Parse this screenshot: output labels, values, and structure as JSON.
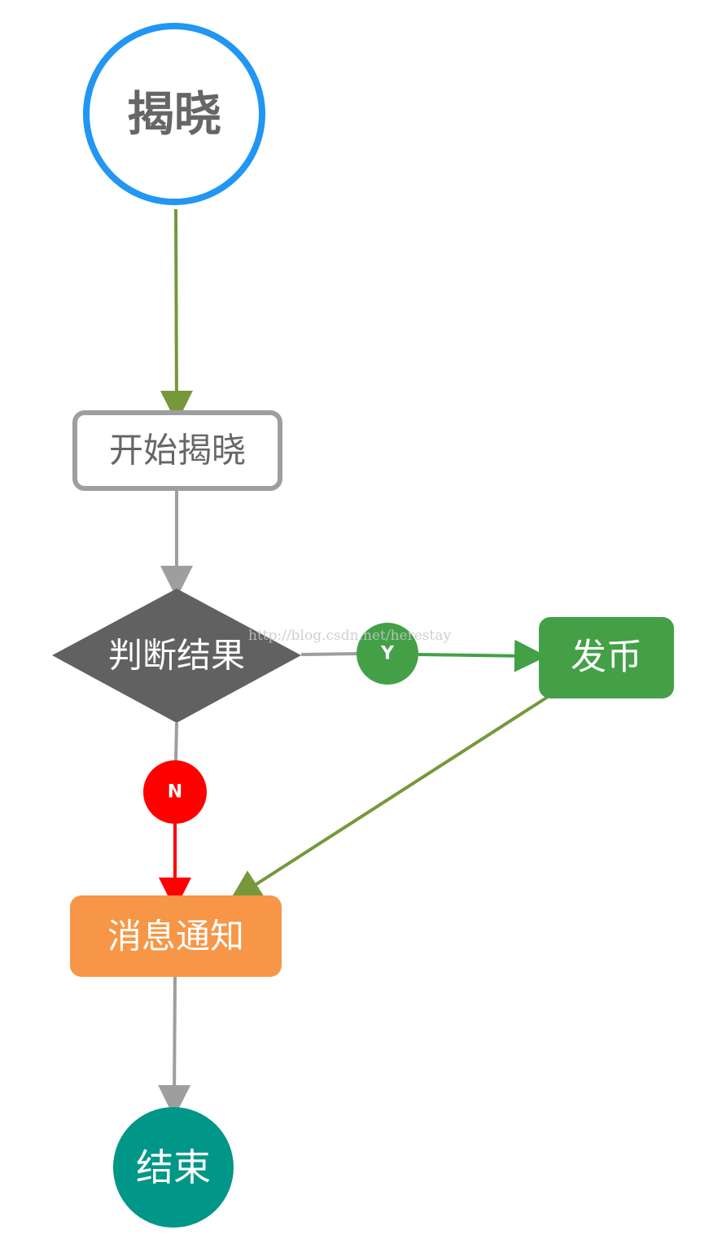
{
  "diagram": {
    "nodes": {
      "start": {
        "label": "揭晓",
        "border": "#2196F3",
        "fill": "#ffffff",
        "text_color": "#666666"
      },
      "begin": {
        "label": "开始揭晓",
        "border": "#9E9E9E",
        "fill": "#ffffff",
        "text_color": "#666666"
      },
      "decision": {
        "label": "判断结果",
        "fill": "#616161",
        "text_color": "#ffffff"
      },
      "issue": {
        "label": "发币",
        "fill": "#43A047",
        "text_color": "#ffffff"
      },
      "notify": {
        "label": "消息通知",
        "fill": "#F79646",
        "text_color": "#ffffff"
      },
      "end": {
        "label": "结束",
        "fill": "#009688",
        "text_color": "#ffffff"
      }
    },
    "badges": {
      "yes": {
        "label": "Y",
        "fill": "#43A047"
      },
      "no": {
        "label": "N",
        "fill": "#FF0000"
      }
    },
    "edges": {
      "start_to_begin": {
        "color": "#76983A"
      },
      "begin_to_decision": {
        "color": "#9E9E9E"
      },
      "decision_to_yes": {
        "color": "#9E9E9E"
      },
      "yes_to_issue": {
        "color": "#43A047"
      },
      "decision_to_no": {
        "color": "#9E9E9E"
      },
      "no_to_notify": {
        "color": "#FF0000"
      },
      "issue_to_notify": {
        "color": "#76983A"
      },
      "notify_to_end": {
        "color": "#9E9E9E"
      }
    },
    "watermark": "http://blog.csdn.net/herestay"
  }
}
